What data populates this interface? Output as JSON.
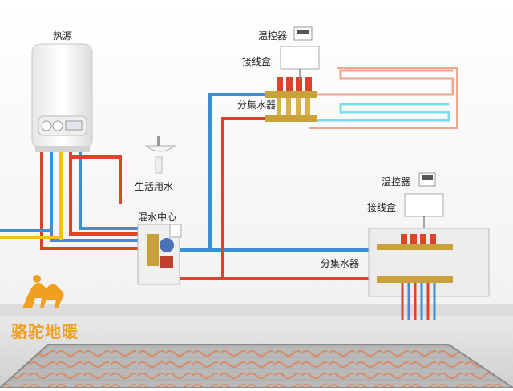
{
  "labels": {
    "heat_source": "热源",
    "thermostat_top": "温控器",
    "junction_box_top": "接线盒",
    "manifold_top": "分集水器",
    "domestic_water": "生活用水",
    "mixing_center": "混水中心",
    "thermostat_right": "温控器",
    "junction_box_right": "接线盒",
    "manifold_right": "分集水器"
  },
  "brand": {
    "name": "骆驼地暖"
  },
  "colors": {
    "hot_pipe": "#d9452b",
    "cold_pipe": "#3b8fd6",
    "yellow_pipe": "#f2c21a",
    "loop_pipe": "#f0a58c",
    "loop_pipe_return": "#7fd9ec",
    "brand": "#f0a020",
    "floor": "#8a8a8a",
    "brass": "#c9a13a"
  },
  "icons": [
    "camel-logo-icon",
    "boiler-icon",
    "thermostat-icon",
    "junction-box-icon",
    "manifold-icon",
    "mixing-station-icon",
    "sink-icon",
    "floor-heating-loop-icon"
  ]
}
